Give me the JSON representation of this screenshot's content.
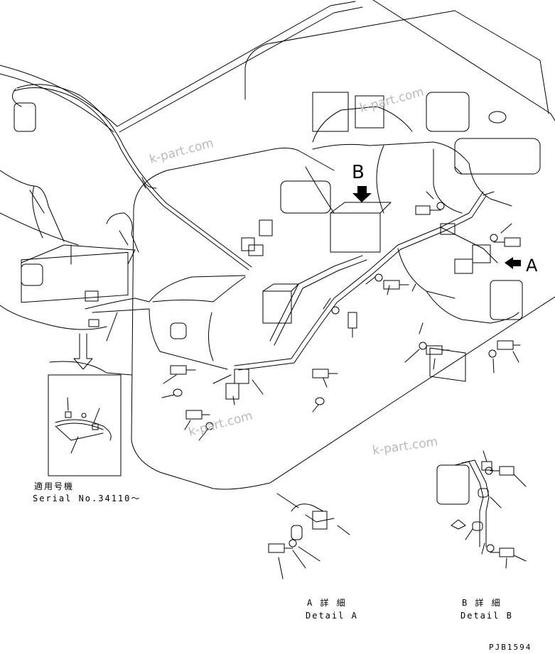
{
  "watermarks": [
    "k-part.com",
    "k-part.com",
    "k-part.com",
    "k-part.com"
  ],
  "view_letters": {
    "a": "A",
    "b": "B"
  },
  "applicable": {
    "jp": "適用号機",
    "serial": "Serial No.34110～"
  },
  "detail_a": {
    "jp": "A 詳 細",
    "en": "Detail A"
  },
  "detail_b": {
    "jp": "B 詳 細",
    "en": "Detail B"
  },
  "drawing_code": "PJB1594"
}
